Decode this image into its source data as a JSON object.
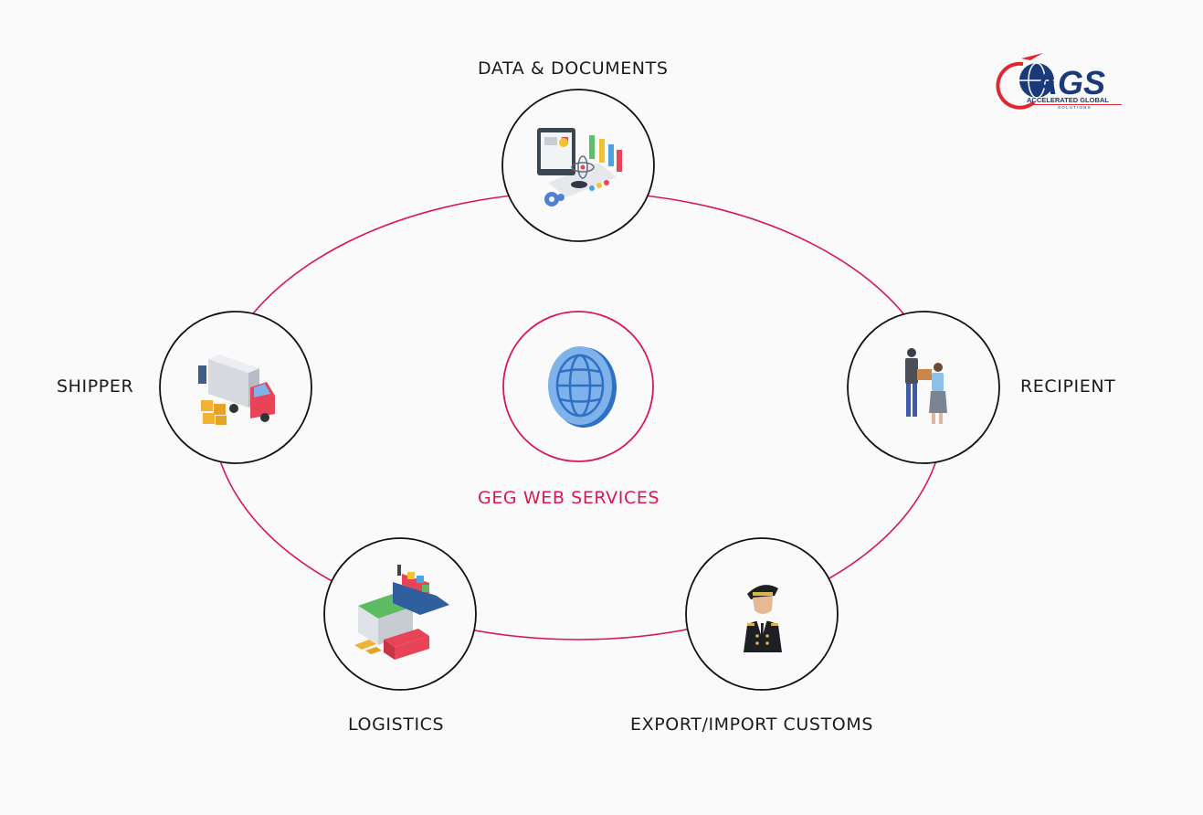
{
  "logo": {
    "mark": "AGS",
    "line1": "ACCELERATED GLOBAL",
    "line2": "SOLUTIONS",
    "colors": {
      "navy": "#1b3a7a",
      "red": "#e0262f"
    }
  },
  "center": {
    "label": "GEG WEB SERVICES",
    "icon": "globe-icon",
    "color": "#d8194f"
  },
  "nodes": {
    "data_documents": {
      "label": "DATA & DOCUMENTS",
      "icon": "analytics-dashboard-icon"
    },
    "shipper": {
      "label": "SHIPPER",
      "icon": "delivery-truck-icon"
    },
    "recipient": {
      "label": "RECIPIENT",
      "icon": "package-handover-icon"
    },
    "logistics": {
      "label": "LOGISTICS",
      "icon": "warehouse-ship-icon"
    },
    "customs": {
      "label": "EXPORT/IMPORT CUSTOMS",
      "icon": "customs-officer-icon"
    }
  },
  "colors": {
    "ring": "#d8194f",
    "node_border": "#111111",
    "background": "#fafafa"
  }
}
